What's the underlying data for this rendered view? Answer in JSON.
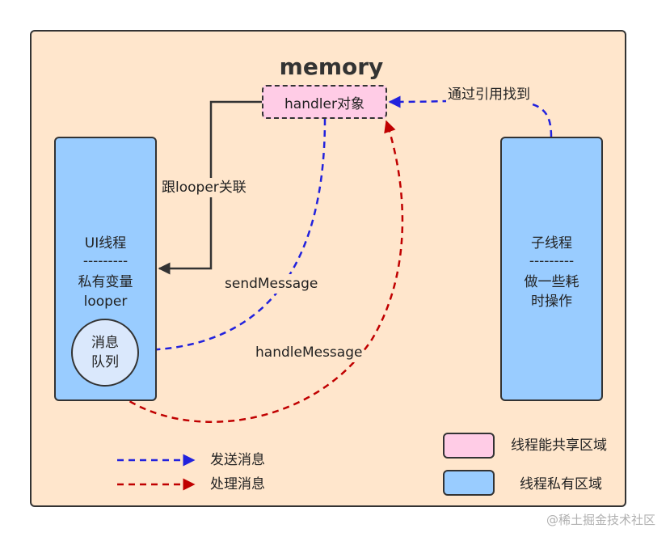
{
  "title": "memory",
  "handler_label": "handler对象",
  "ui_thread": {
    "name": "UI线程",
    "divider": "---------",
    "line1": "私有变量",
    "line2": "looper"
  },
  "queue": {
    "line1": "消息",
    "line2": "队列"
  },
  "sub_thread": {
    "name": "子线程",
    "divider": "---------",
    "line1": "做一些耗",
    "line2": "时操作"
  },
  "edges": {
    "ref": "通过引用找到",
    "bind": "跟looper关联",
    "send": "sendMessage",
    "handle": "handleMessage"
  },
  "legend": {
    "send": "发送消息",
    "handle": "处理消息",
    "shared": "线程能共享区域",
    "private": "线程私有区域"
  },
  "colors": {
    "background": "#ffe6cc",
    "shared": "#ffcce6",
    "private": "#99ccff",
    "send_arrow": "#2222dd",
    "handle_arrow": "#c00000"
  },
  "watermark": "@稀土掘金技术社区"
}
